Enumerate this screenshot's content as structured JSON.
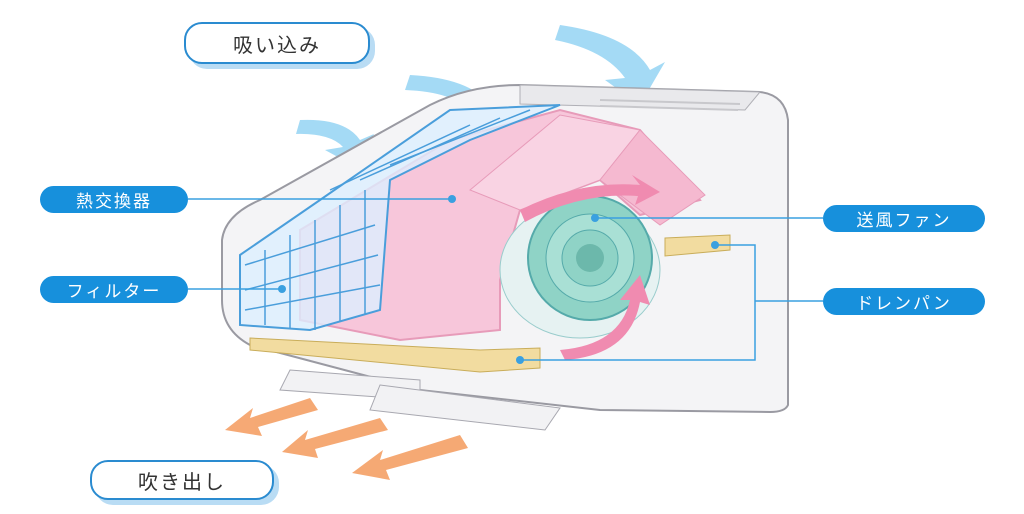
{
  "title": "エアコン室内機の構造",
  "labels": {
    "intake": "吸い込み",
    "heat_exchanger": "熱交換器",
    "filter": "フィルター",
    "fan": "送風ファン",
    "drain_pan": "ドレンパン",
    "outlet": "吹き出し"
  },
  "colors": {
    "label_blue": "#1790dc",
    "heat_exchanger_pink": "#f7c6da",
    "filter_blue": "#cfe8f8",
    "airflow_in": "#8fd0f2",
    "airflow_out": "#f5a066",
    "fan_teal": "#7fcbbf"
  }
}
